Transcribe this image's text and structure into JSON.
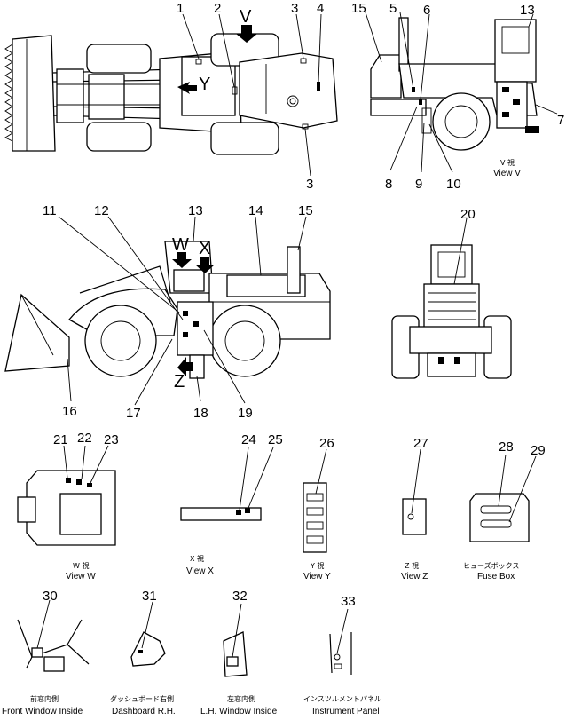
{
  "callouts": [
    "1",
    "2",
    "3",
    "4",
    "5",
    "6",
    "7",
    "8",
    "9",
    "10",
    "11",
    "12",
    "13",
    "14",
    "15",
    "16",
    "17",
    "18",
    "19",
    "20",
    "21",
    "22",
    "23",
    "24",
    "25",
    "26",
    "27",
    "28",
    "29",
    "30",
    "31",
    "32",
    "33"
  ],
  "view_markers": {
    "v": "V",
    "y": "Y",
    "w": "W",
    "x": "X",
    "z": "Z"
  },
  "view_captions": {
    "v": {
      "jp": "V 視",
      "en": "View V"
    },
    "w": {
      "jp": "W 視",
      "en": "View W"
    },
    "x": {
      "jp": "X 視",
      "en": "View X"
    },
    "y": {
      "jp": "Y 視",
      "en": "View Y"
    },
    "z": {
      "jp": "Z 視",
      "en": "View Z"
    },
    "fuse": {
      "jp": "ヒューズボックス",
      "en": "Fuse Box"
    },
    "front_window": {
      "jp": "前窓内側",
      "en": "Front Window Inside"
    },
    "dashboard": {
      "jp": "ダッシュボード右側",
      "en": "Dashboard R.H."
    },
    "lh_window": {
      "jp": "左窓内側",
      "en": "L.H. Window Inside"
    },
    "instrument": {
      "jp": "インスツルメントパネル",
      "en": "Instrument Panel"
    }
  },
  "colors": {
    "line": "#000000",
    "background": "#ffffff"
  }
}
